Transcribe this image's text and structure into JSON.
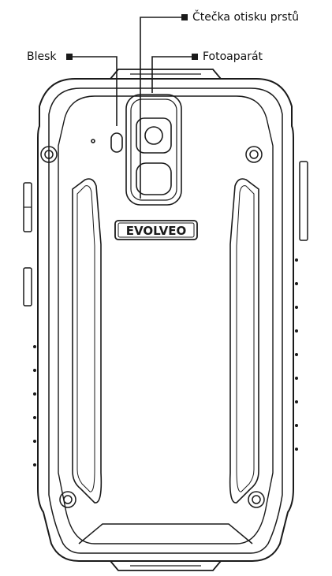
{
  "labels": {
    "fingerprint": "Čtečka otisku prstů",
    "flash": "Blesk",
    "camera": "Fotoaparát"
  },
  "logo": {
    "brand": "EVOLVEO"
  },
  "colors": {
    "stroke": "#1a1a1a",
    "background": "#ffffff"
  }
}
